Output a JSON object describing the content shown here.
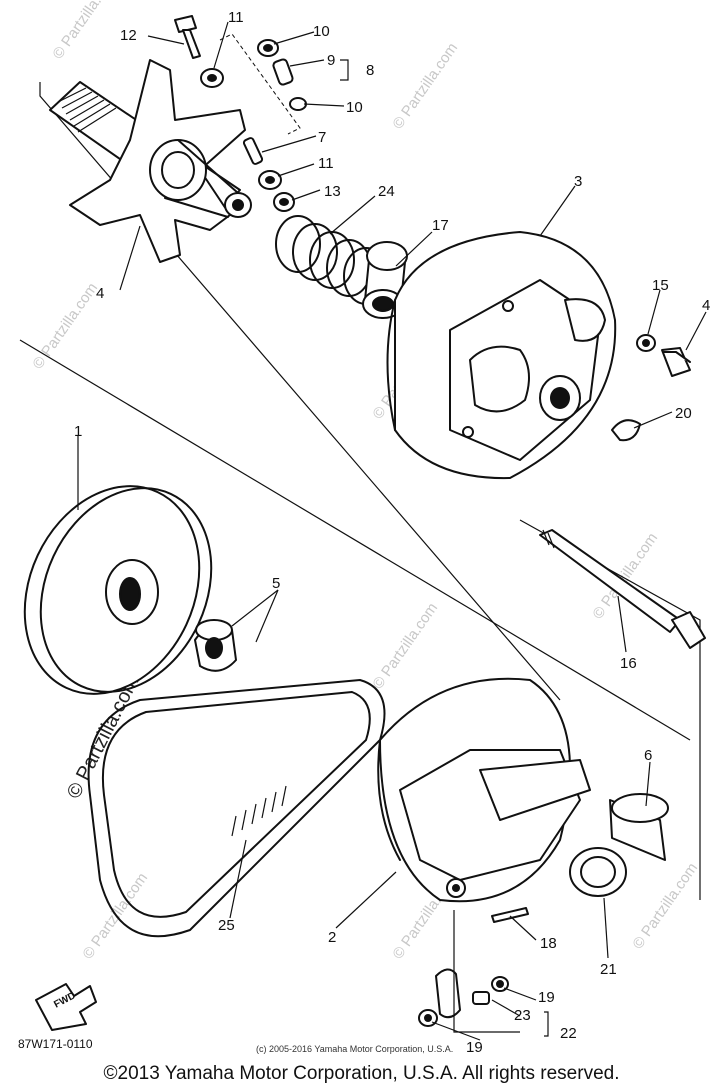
{
  "diagram": {
    "callouts": {
      "c1": "1",
      "c2": "2",
      "c3": "3",
      "c4a": "4",
      "c4b": "4",
      "c5": "5",
      "c6": "6",
      "c7": "7",
      "c8": "8",
      "c9": "9",
      "c10a": "10",
      "c10b": "10",
      "c11a": "11",
      "c11b": "11",
      "c12": "12",
      "c13": "13",
      "c15": "15",
      "c16": "16",
      "c17": "17",
      "c18": "18",
      "c19a": "19",
      "c19b": "19",
      "c20": "20",
      "c21": "21",
      "c22": "22",
      "c23": "23",
      "c24": "24",
      "c25": "25"
    },
    "fwd_label": "FWD",
    "part_code": "87W171-0110",
    "small_copyright": "(c) 2005-2016 Yamaha Motor Corporation, U.S.A.",
    "watermark_text": "© Partzilla.com",
    "watermark_large": "© Partzilla.com"
  },
  "footer": {
    "copyright": "©2013 Yamaha Motor Corporation, U.S.A. All rights reserved."
  }
}
